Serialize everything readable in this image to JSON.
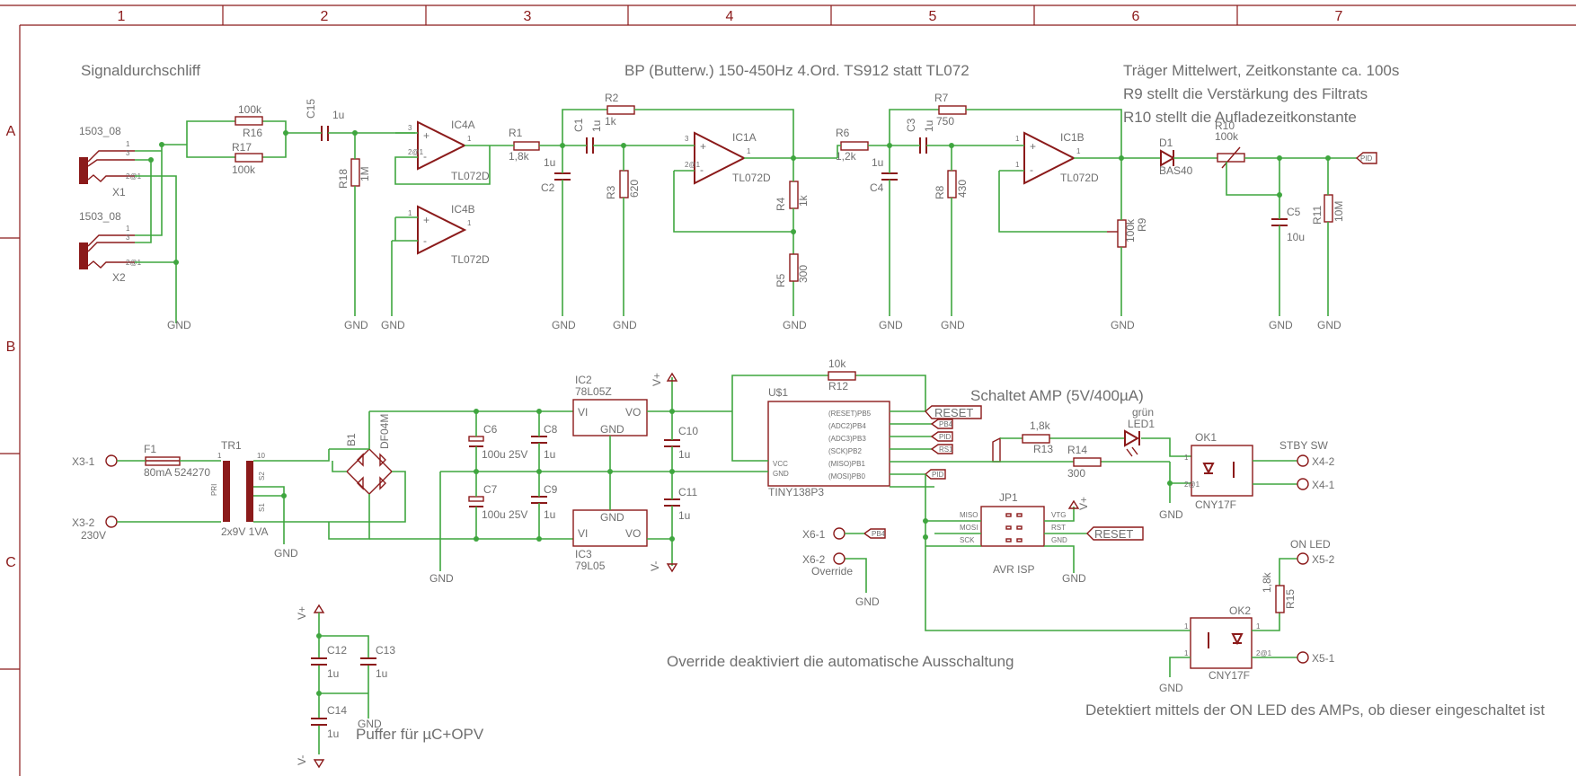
{
  "frame": {
    "cols": [
      "1",
      "2",
      "3",
      "4",
      "5",
      "6",
      "7"
    ],
    "rows": [
      "A",
      "B",
      "C"
    ]
  },
  "notes": {
    "n1": "Signaldurchschliff",
    "n2": "BP (Butterw.) 150-450Hz 4.Ord. TS912 statt TL072",
    "n3": "Träger Mittelwert, Zeitkonstante ca. 100s",
    "n4": "R9 stellt die Verstärkung des Filtrats",
    "n5": "R10 stellt die Aufladezeitkonstante",
    "n6": "Schaltet AMP (5V/400µA)",
    "n7": "Override deaktiviert die automatische Ausschaltung",
    "n8": "Detektiert mittels der ON LED des AMPs, ob dieser eingeschaltet ist",
    "n9": "Puffer für µC+OPV"
  },
  "parts": {
    "x1": "X1",
    "x2": "X2",
    "x1t": "1503_08",
    "x2t": "1503_08",
    "p1": "1",
    "p3": "3",
    "p2": "2@1",
    "r16": "R16",
    "r16v": "100k",
    "r17": "R17",
    "r17v": "100k",
    "c15": "C15",
    "c15v": "1u",
    "r18": "R18",
    "r18v": "1M",
    "ic4a": "IC4A",
    "ic4b": "IC4B",
    "tl": "TL072D",
    "r1": "R1",
    "r1v": "1,8k",
    "c1": "C1",
    "c1v": "1u",
    "c2": "C2",
    "c2v": "1u",
    "r2": "R2",
    "r2v": "1k",
    "r3": "R3",
    "r3v": "620",
    "ic1a": "IC1A",
    "ic1b": "IC1B",
    "r4": "R4",
    "r4v": "1k",
    "r5": "R5",
    "r5v": "300",
    "r6": "R6",
    "r6v": "1,2k",
    "c3": "C3",
    "c3v": "1u",
    "c4": "C4",
    "c4v": "1u",
    "r7": "R7",
    "r7v": "750",
    "r8": "R8",
    "r8v": "430",
    "r9": "R9",
    "r9v": "100k",
    "d1": "D1",
    "d1v": "BAS40",
    "r10": "R10",
    "r10v": "100k",
    "c5": "C5",
    "c5v": "10u",
    "r11": "R11",
    "r11v": "10M",
    "pid": "PID",
    "gnd": "GND",
    "x31": "X3-1",
    "x32": "X3-2",
    "v230": "230V",
    "f1": "F1",
    "f1v": "80mA 524270",
    "tr1": "TR1",
    "tr1v": "2x9V 1VA",
    "pri": "PRI",
    "s1": "S1",
    "s2": "S2",
    "pin10": "10",
    "b1": "B1",
    "b1v": "DF04M",
    "c6": "C6",
    "c6v": "100u 25V",
    "c7": "C7",
    "c7v": "100u 25V",
    "c8": "C8",
    "c8v": "1u",
    "c9": "C9",
    "c9v": "1u",
    "ic2": "IC2",
    "ic2v": "78L05Z",
    "ic3": "IC3",
    "ic3v": "79L05",
    "vi": "VI",
    "vo": "VO",
    "c10": "C10",
    "c10v": "1u",
    "c11": "C11",
    "c11v": "1u",
    "vplus": "V+",
    "vminus": "V-",
    "u1": "U$1",
    "u1v": "TINY138P3",
    "pb5": "(RESET)PB5",
    "pb4": "(ADC2)PB4",
    "pb3": "(ADC3)PB3",
    "pb2": "(SCK)PB2",
    "pb1": "(MISO)PB1",
    "pb0": "(MOSI)PB0",
    "vcc": "VCC",
    "r12": "R12",
    "r12v": "10k",
    "reset": "RESET",
    "r13": "R13",
    "r13v": "1,8k",
    "r14": "R14",
    "r14v": "300",
    "led1": "LED1",
    "led1v": "grün",
    "ok1": "OK1",
    "ok1v": "CNY17F",
    "ok2": "OK2",
    "ok2v": "CNY17F",
    "stby": "STBY SW",
    "x42": "X4-2",
    "x41": "X4-1",
    "onled": "ON LED",
    "x52": "X5-2",
    "x51": "X5-1",
    "r15": "R15",
    "r15v": "1,8k",
    "jp1": "JP1",
    "avr": "AVR ISP",
    "miso": "MISO",
    "mosi": "MOSI",
    "sck": "SCK",
    "vtg": "VTG",
    "rst": "RST",
    "x61": "X6-1",
    "x62": "X6-2",
    "ovr": "Override",
    "c12": "C12",
    "c12v": "1u",
    "c13": "C13",
    "c13v": "1u",
    "c14": "C14",
    "c14v": "1u",
    "rs1": "RS1",
    "pb4t": "PB4",
    "pb3t": "PID"
  }
}
